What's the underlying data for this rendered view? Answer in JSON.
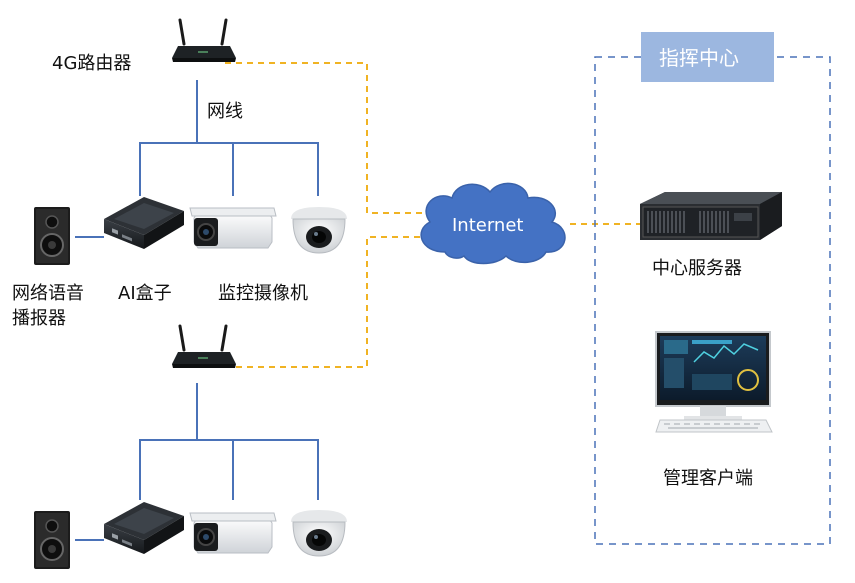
{
  "labels": {
    "router_top": "4G路由器",
    "cable": "网线",
    "speaker": "网络语音\n播报器",
    "speaker_line1": "网络语音",
    "speaker_line2": "播报器",
    "ai_box": "AI盒子",
    "camera": "监控摄像机",
    "internet": "Internet",
    "command_center": "指挥中心",
    "server": "中心服务器",
    "client": "管理客户端"
  },
  "colors": {
    "wire": "#4a72b8",
    "dashed_link": "#f0b323",
    "cloud": "#4472c4",
    "title_box": "#9cb7e0",
    "frame": "#4a72b8"
  },
  "icons": {
    "router": "router-icon",
    "speaker": "speaker-icon",
    "ai_box": "ai-box-icon",
    "bullet_camera": "bullet-camera-icon",
    "dome_camera": "dome-camera-icon",
    "cloud": "cloud-icon",
    "server": "server-icon",
    "monitor": "monitor-icon"
  }
}
